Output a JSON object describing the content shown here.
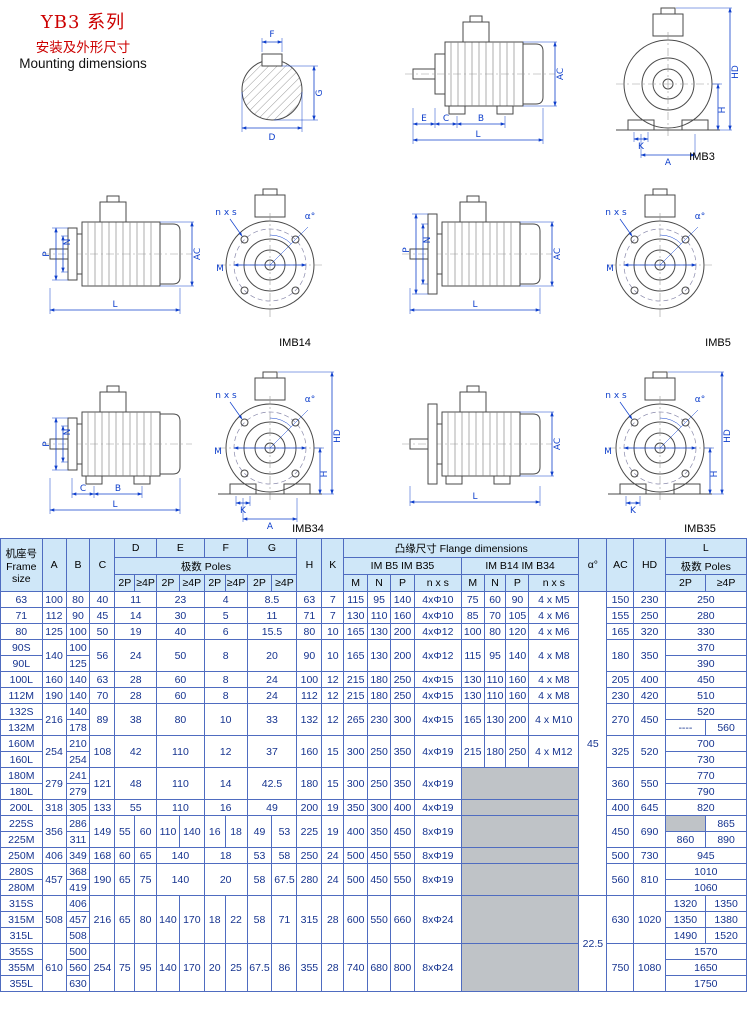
{
  "header": {
    "title_cn": "YB3 系列",
    "subtitle_cn": "安装及外形尺寸",
    "subtitle_en": "Mounting dimensions"
  },
  "drawing_labels": {
    "imb3": "IMB3",
    "imb14": "IMB14",
    "imb5": "IMB5",
    "imb34": "IMB34",
    "imb35": "IMB35"
  },
  "dims": {
    "A": "A",
    "B": "B",
    "C": "C",
    "D": "D",
    "E": "E",
    "F": "F",
    "G": "G",
    "H": "H",
    "K": "K",
    "L": "L",
    "M": "M",
    "N": "N",
    "P": "P",
    "AC": "AC",
    "HD": "HD",
    "nxs": "n x s",
    "alpha": "α°"
  },
  "table": {
    "h": {
      "frame_cn": "机座号",
      "frame_en1": "Frame",
      "frame_en2": "size",
      "A": "A",
      "B": "B",
      "C": "C",
      "D": "D",
      "E": "E",
      "F": "F",
      "G": "G",
      "H": "H",
      "K": "K",
      "poles": "极数  Poles",
      "flange": "凸缘尺寸    Flange dimensions",
      "imb5_35": "IM B5    IM B35",
      "imb14_34": "IM B14    IM B34",
      "M": "M",
      "N": "N",
      "P": "P",
      "nxs": "n x s",
      "alpha": "α°",
      "AC": "AC",
      "HD": "HD",
      "L": "L",
      "p2": "2P",
      "p4": "≥4P"
    },
    "rows": [
      [
        "63",
        "100",
        "80",
        "40",
        {
          "t": "11",
          "cs": 2
        },
        {
          "t": "23",
          "cs": 2
        },
        {
          "t": "4",
          "cs": 2
        },
        {
          "t": "8.5",
          "cs": 2
        },
        "63",
        "7",
        "115",
        "95",
        "140",
        "4xΦ10",
        "75",
        "60",
        "90",
        "4 x M5",
        {
          "t": "45",
          "rs": 19
        },
        "150",
        "230",
        {
          "t": "250",
          "cs": 2
        }
      ],
      [
        "71",
        "112",
        "90",
        "45",
        {
          "t": "14",
          "cs": 2
        },
        {
          "t": "30",
          "cs": 2
        },
        {
          "t": "5",
          "cs": 2
        },
        {
          "t": "11",
          "cs": 2
        },
        "71",
        "7",
        "130",
        "110",
        "160",
        "4xΦ10",
        "85",
        "70",
        "105",
        "4 x M6",
        "155",
        "250",
        {
          "t": "280",
          "cs": 2
        }
      ],
      [
        "80",
        "125",
        "100",
        "50",
        {
          "t": "19",
          "cs": 2
        },
        {
          "t": "40",
          "cs": 2
        },
        {
          "t": "6",
          "cs": 2
        },
        {
          "t": "15.5",
          "cs": 2
        },
        "80",
        "10",
        "165",
        "130",
        "200",
        "4xΦ12",
        "100",
        "80",
        "120",
        "4 x M6",
        "165",
        "320",
        {
          "t": "330",
          "cs": 2
        }
      ],
      [
        "90S",
        {
          "t": "140",
          "rs": 2
        },
        "100",
        {
          "t": "56",
          "rs": 2
        },
        {
          "t": "24",
          "cs": 2,
          "rs": 2
        },
        {
          "t": "50",
          "cs": 2,
          "rs": 2
        },
        {
          "t": "8",
          "cs": 2,
          "rs": 2
        },
        {
          "t": "20",
          "cs": 2,
          "rs": 2
        },
        {
          "t": "90",
          "rs": 2
        },
        {
          "t": "10",
          "rs": 2
        },
        {
          "t": "165",
          "rs": 2
        },
        {
          "t": "130",
          "rs": 2
        },
        {
          "t": "200",
          "rs": 2
        },
        {
          "t": "4xΦ12",
          "rs": 2
        },
        {
          "t": "115",
          "rs": 2
        },
        {
          "t": "95",
          "rs": 2
        },
        {
          "t": "140",
          "rs": 2
        },
        {
          "t": "4 x M8",
          "rs": 2
        },
        {
          "t": "180",
          "rs": 2
        },
        {
          "t": "350",
          "rs": 2
        },
        {
          "t": "370",
          "cs": 2
        }
      ],
      [
        "90L",
        "125",
        {
          "t": "390",
          "cs": 2
        }
      ],
      [
        "100L",
        "160",
        "140",
        "63",
        {
          "t": "28",
          "cs": 2
        },
        {
          "t": "60",
          "cs": 2
        },
        {
          "t": "8",
          "cs": 2
        },
        {
          "t": "24",
          "cs": 2
        },
        "100",
        "12",
        "215",
        "180",
        "250",
        "4xΦ15",
        "130",
        "110",
        "160",
        "4 x M8",
        "205",
        "400",
        {
          "t": "450",
          "cs": 2
        }
      ],
      [
        "112M",
        "190",
        "140",
        "70",
        {
          "t": "28",
          "cs": 2
        },
        {
          "t": "60",
          "cs": 2
        },
        {
          "t": "8",
          "cs": 2
        },
        {
          "t": "24",
          "cs": 2
        },
        "112",
        "12",
        "215",
        "180",
        "250",
        "4xΦ15",
        "130",
        "110",
        "160",
        "4 x M8",
        "230",
        "420",
        {
          "t": "510",
          "cs": 2
        }
      ],
      [
        "132S",
        {
          "t": "216",
          "rs": 2
        },
        "140",
        {
          "t": "89",
          "rs": 2
        },
        {
          "t": "38",
          "cs": 2,
          "rs": 2
        },
        {
          "t": "80",
          "cs": 2,
          "rs": 2
        },
        {
          "t": "10",
          "cs": 2,
          "rs": 2
        },
        {
          "t": "33",
          "cs": 2,
          "rs": 2
        },
        {
          "t": "132",
          "rs": 2
        },
        {
          "t": "12",
          "rs": 2
        },
        {
          "t": "265",
          "rs": 2
        },
        {
          "t": "230",
          "rs": 2
        },
        {
          "t": "300",
          "rs": 2
        },
        {
          "t": "4xΦ15",
          "rs": 2
        },
        {
          "t": "165",
          "rs": 2
        },
        {
          "t": "130",
          "rs": 2
        },
        {
          "t": "200",
          "rs": 2
        },
        {
          "t": "4 x M10",
          "rs": 2
        },
        {
          "t": "270",
          "rs": 2
        },
        {
          "t": "450",
          "rs": 2
        },
        {
          "t": "520",
          "cs": 2
        }
      ],
      [
        "132M",
        "178",
        "----",
        "560"
      ],
      [
        "160M",
        {
          "t": "254",
          "rs": 2
        },
        "210",
        {
          "t": "108",
          "rs": 2
        },
        {
          "t": "42",
          "cs": 2,
          "rs": 2
        },
        {
          "t": "110",
          "cs": 2,
          "rs": 2
        },
        {
          "t": "12",
          "cs": 2,
          "rs": 2
        },
        {
          "t": "37",
          "cs": 2,
          "rs": 2
        },
        {
          "t": "160",
          "rs": 2
        },
        {
          "t": "15",
          "rs": 2
        },
        {
          "t": "300",
          "rs": 2
        },
        {
          "t": "250",
          "rs": 2
        },
        {
          "t": "350",
          "rs": 2
        },
        {
          "t": "4xΦ19",
          "rs": 2
        },
        {
          "t": "215",
          "rs": 2
        },
        {
          "t": "180",
          "rs": 2
        },
        {
          "t": "250",
          "rs": 2
        },
        {
          "t": "4 x M12",
          "rs": 2
        },
        {
          "t": "325",
          "rs": 2
        },
        {
          "t": "520",
          "rs": 2
        },
        {
          "t": "700",
          "cs": 2
        }
      ],
      [
        "160L",
        "254",
        {
          "t": "730",
          "cs": 2
        }
      ],
      [
        "180M",
        {
          "t": "279",
          "rs": 2
        },
        "241",
        {
          "t": "121",
          "rs": 2
        },
        {
          "t": "48",
          "cs": 2,
          "rs": 2
        },
        {
          "t": "110",
          "cs": 2,
          "rs": 2
        },
        {
          "t": "14",
          "cs": 2,
          "rs": 2
        },
        {
          "t": "42.5",
          "cs": 2,
          "rs": 2
        },
        {
          "t": "180",
          "rs": 2
        },
        {
          "t": "15",
          "rs": 2
        },
        {
          "t": "300",
          "rs": 2
        },
        {
          "t": "250",
          "rs": 2
        },
        {
          "t": "350",
          "rs": 2
        },
        {
          "t": "4xΦ19",
          "rs": 2
        },
        {
          "t": "",
          "cs": 4,
          "rs": 2,
          "g": 1
        },
        {
          "t": "360",
          "rs": 2
        },
        {
          "t": "550",
          "rs": 2
        },
        {
          "t": "770",
          "cs": 2
        }
      ],
      [
        "180L",
        "279",
        {
          "t": "790",
          "cs": 2
        }
      ],
      [
        "200L",
        "318",
        "305",
        "133",
        {
          "t": "55",
          "cs": 2
        },
        {
          "t": "110",
          "cs": 2
        },
        {
          "t": "16",
          "cs": 2
        },
        {
          "t": "49",
          "cs": 2
        },
        "200",
        "19",
        "350",
        "300",
        "400",
        "4xΦ19",
        {
          "t": "",
          "cs": 4,
          "g": 1
        },
        "400",
        "645",
        {
          "t": "820",
          "cs": 2
        }
      ],
      [
        "225S",
        {
          "t": "356",
          "rs": 2
        },
        "286",
        {
          "t": "149",
          "rs": 2
        },
        {
          "t": "55",
          "rs": 2
        },
        {
          "t": "60",
          "rs": 2
        },
        {
          "t": "110",
          "rs": 2
        },
        {
          "t": "140",
          "rs": 2
        },
        {
          "t": "16",
          "rs": 2
        },
        {
          "t": "18",
          "rs": 2
        },
        {
          "t": "49",
          "rs": 2
        },
        {
          "t": "53",
          "rs": 2
        },
        {
          "t": "225",
          "rs": 2
        },
        {
          "t": "19",
          "rs": 2
        },
        {
          "t": "400",
          "rs": 2
        },
        {
          "t": "350",
          "rs": 2
        },
        {
          "t": "450",
          "rs": 2
        },
        {
          "t": "8xΦ19",
          "rs": 2
        },
        {
          "t": "",
          "cs": 4,
          "rs": 2,
          "g": 1
        },
        {
          "t": "450",
          "rs": 2
        },
        {
          "t": "690",
          "rs": 2
        },
        {
          "t": "",
          "g": 1
        },
        "865"
      ],
      [
        "225M",
        "311",
        "860",
        "890"
      ],
      [
        "250M",
        "406",
        "349",
        "168",
        "60",
        "65",
        {
          "t": "140",
          "cs": 2
        },
        {
          "t": "18",
          "cs": 2
        },
        "53",
        "58",
        "250",
        "24",
        "500",
        "450",
        "550",
        "8xΦ19",
        {
          "t": "",
          "cs": 4,
          "g": 1
        },
        "500",
        "730",
        {
          "t": "945",
          "cs": 2
        }
      ],
      [
        "280S",
        {
          "t": "457",
          "rs": 2
        },
        "368",
        {
          "t": "190",
          "rs": 2
        },
        {
          "t": "65",
          "rs": 2
        },
        {
          "t": "75",
          "rs": 2
        },
        {
          "t": "140",
          "cs": 2,
          "rs": 2
        },
        {
          "t": "20",
          "cs": 2,
          "rs": 2
        },
        {
          "t": "58",
          "rs": 2
        },
        {
          "t": "67.5",
          "rs": 2
        },
        {
          "t": "280",
          "rs": 2
        },
        {
          "t": "24",
          "rs": 2
        },
        {
          "t": "500",
          "rs": 2
        },
        {
          "t": "450",
          "rs": 2
        },
        {
          "t": "550",
          "rs": 2
        },
        {
          "t": "8xΦ19",
          "rs": 2
        },
        {
          "t": "",
          "cs": 4,
          "rs": 2,
          "g": 1
        },
        {
          "t": "560",
          "rs": 2
        },
        {
          "t": "810",
          "rs": 2
        },
        {
          "t": "1010",
          "cs": 2
        }
      ],
      [
        "280M",
        "419",
        {
          "t": "1060",
          "cs": 2
        }
      ],
      [
        "315S",
        {
          "t": "508",
          "rs": 3
        },
        "406",
        {
          "t": "216",
          "rs": 3
        },
        {
          "t": "65",
          "rs": 3
        },
        {
          "t": "80",
          "rs": 3
        },
        {
          "t": "140",
          "rs": 3
        },
        {
          "t": "170",
          "rs": 3
        },
        {
          "t": "18",
          "rs": 3
        },
        {
          "t": "22",
          "rs": 3
        },
        {
          "t": "58",
          "rs": 3
        },
        {
          "t": "71",
          "rs": 3
        },
        {
          "t": "315",
          "rs": 3
        },
        {
          "t": "28",
          "rs": 3
        },
        {
          "t": "600",
          "rs": 3
        },
        {
          "t": "550",
          "rs": 3
        },
        {
          "t": "660",
          "rs": 3
        },
        {
          "t": "8xΦ24",
          "rs": 3
        },
        {
          "t": "",
          "cs": 4,
          "rs": 3,
          "g": 1
        },
        {
          "t": "22.5",
          "rs": 6
        },
        {
          "t": "630",
          "rs": 3
        },
        {
          "t": "1020",
          "rs": 3
        },
        "1320",
        "1350"
      ],
      [
        "315M",
        "457",
        "1350",
        "1380"
      ],
      [
        "315L",
        "508",
        "1490",
        "1520"
      ],
      [
        "355S",
        {
          "t": "610",
          "rs": 3
        },
        "500",
        {
          "t": "254",
          "rs": 3
        },
        {
          "t": "75",
          "rs": 3
        },
        {
          "t": "95",
          "rs": 3
        },
        {
          "t": "140",
          "rs": 3
        },
        {
          "t": "170",
          "rs": 3
        },
        {
          "t": "20",
          "rs": 3
        },
        {
          "t": "25",
          "rs": 3
        },
        {
          "t": "67.5",
          "rs": 3
        },
        {
          "t": "86",
          "rs": 3
        },
        {
          "t": "355",
          "rs": 3
        },
        {
          "t": "28",
          "rs": 3
        },
        {
          "t": "740",
          "rs": 3
        },
        {
          "t": "680",
          "rs": 3
        },
        {
          "t": "800",
          "rs": 3
        },
        {
          "t": "8xΦ24",
          "rs": 3
        },
        {
          "t": "",
          "cs": 4,
          "rs": 3,
          "g": 1
        },
        {
          "t": "750",
          "rs": 3
        },
        {
          "t": "1080",
          "rs": 3
        },
        {
          "t": "1570",
          "cs": 2
        }
      ],
      [
        "355M",
        "560",
        {
          "t": "1650",
          "cs": 2
        }
      ],
      [
        "355L",
        "630",
        {
          "t": "1750",
          "cs": 2
        }
      ]
    ]
  }
}
